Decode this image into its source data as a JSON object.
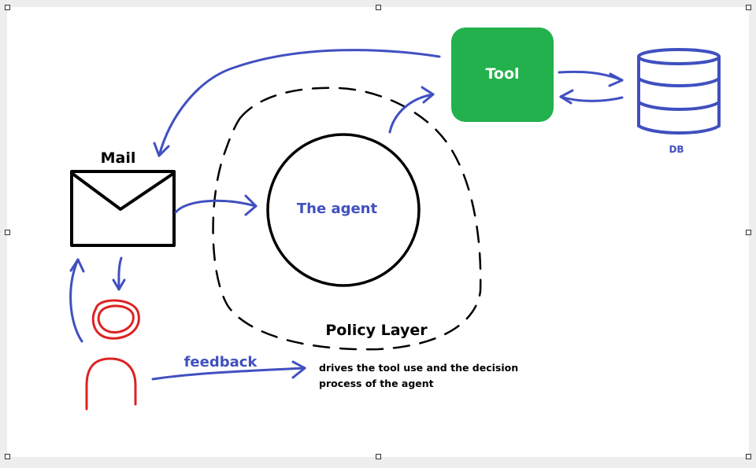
{
  "colors": {
    "pen_blue": "#4050c0",
    "pen_black": "#000000",
    "pen_red": "#dd2222",
    "tool_fill": "#22b14c",
    "tool_text": "#ffffff",
    "background": "#ffffff"
  },
  "labels": {
    "tool": "Tool",
    "db": "DB",
    "mail": "Mail",
    "agent": "The agent",
    "policy_layer": "Policy Layer",
    "policy_desc_line1": "drives the tool use and the decision",
    "policy_desc_line2": "process of the agent",
    "feedback": "feedback"
  },
  "icons": {
    "mail": "envelope-icon",
    "db": "database-cylinder-icon",
    "user": "user-person-icon"
  }
}
